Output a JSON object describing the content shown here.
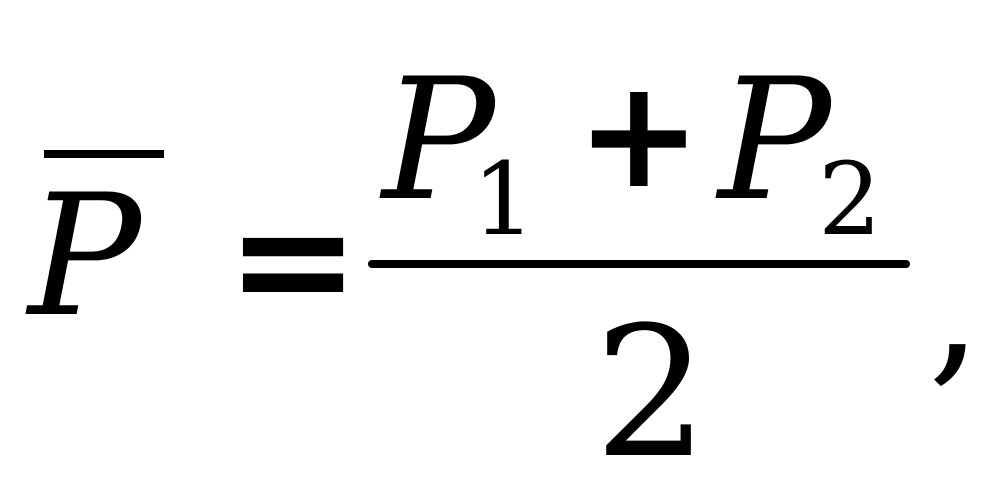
{
  "formula": {
    "lhs": {
      "variable": "P",
      "accent": "overline"
    },
    "relation": "=",
    "fraction": {
      "numerator": {
        "term1": {
          "base": "P",
          "subscript": "1"
        },
        "operator": "+",
        "term2": {
          "base": "P",
          "subscript": "2"
        }
      },
      "denominator": "2"
    },
    "trailing_punctuation": ","
  },
  "colors": {
    "background": "#ffffff",
    "ink": "#000000"
  }
}
